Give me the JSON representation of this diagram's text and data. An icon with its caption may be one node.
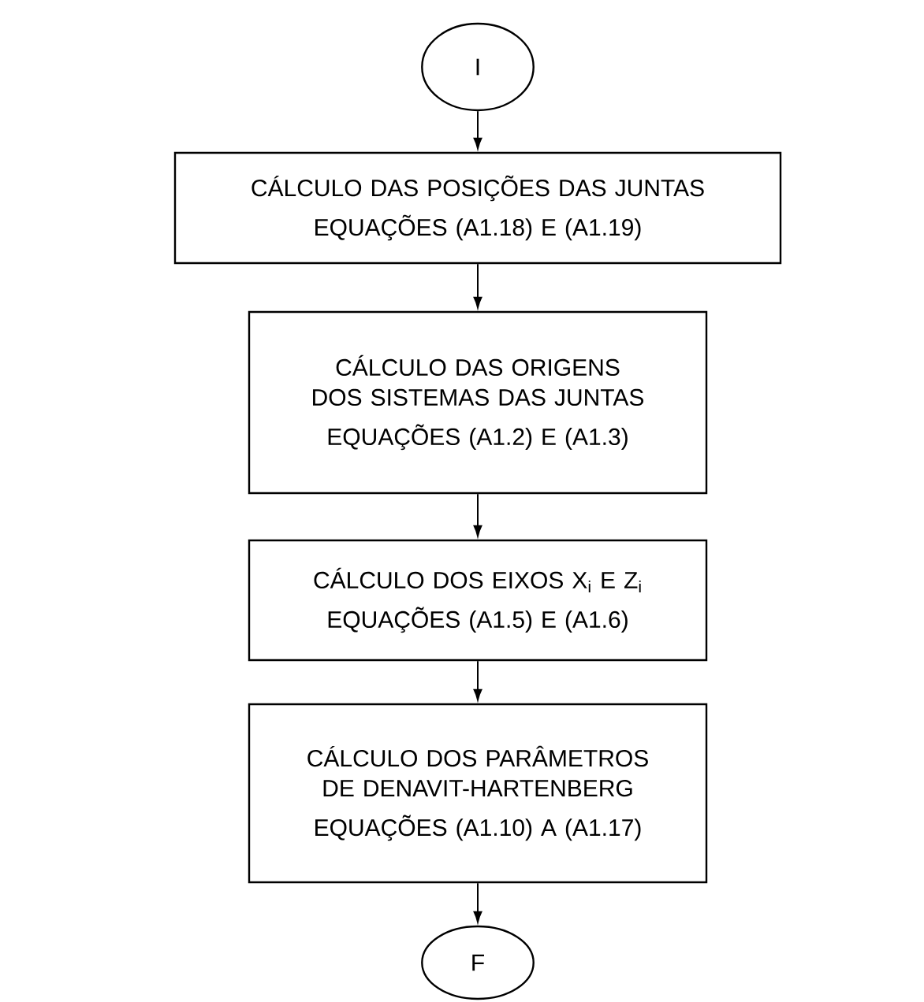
{
  "diagram": {
    "nodes": [
      {
        "text": [
          "I"
        ]
      },
      {
        "text": [
          "CÁLCULO DAS POSIÇÕES DAS JUNTAS",
          "EQUAÇÕES (A1.18) E (A1.19)"
        ]
      },
      {
        "text": [
          "CÁLCULO DAS ORIGENS DOS SISTEMAS DAS JUNTAS",
          "EQUAÇÕES (A1.2) E (A1.3)"
        ]
      },
      {
        "text": [
          "CÁLCULO DOS EIXOS X$_{i}$ E Z$_{i}$",
          "EQUAÇÕES (A1.5) E (A1.6)"
        ]
      },
      {
        "text": [
          "CÁLCULO DOS PARÂMETROS DE DENAVIT-HARTENBERG",
          "EQUAÇÕES (A1.10) A (A1.17)"
        ]
      },
      {
        "text": [
          "F"
        ]
      }
    ],
    "edges": [
      {
        "from": 0,
        "to": 1,
        "arrow": "to"
      },
      {
        "from": 1,
        "to": 2,
        "arrow": "to"
      },
      {
        "from": 2,
        "to": 3,
        "arrow": "to"
      },
      {
        "from": 3,
        "to": 4,
        "arrow": "to"
      },
      {
        "from": 4,
        "to": 5,
        "arrow": "to"
      }
    ]
  }
}
